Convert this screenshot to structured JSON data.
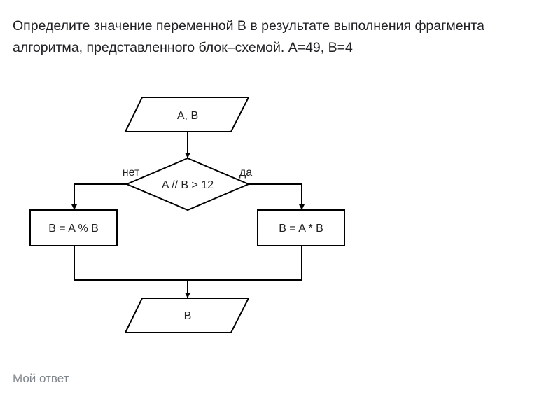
{
  "question": {
    "line1": "Определите значение переменной B в результате выполнения фрагмента",
    "line2": "алгоритма, представленного блок–схемой. A=49, B=4"
  },
  "flowchart": {
    "input_label": "A, B",
    "condition_label": "A // B > 12",
    "no_label": "нет",
    "yes_label": "да",
    "left_process_label": "B = A % B",
    "right_process_label": "B = A * B",
    "output_label": "B"
  },
  "answer": {
    "placeholder": "Мой ответ",
    "value": ""
  }
}
